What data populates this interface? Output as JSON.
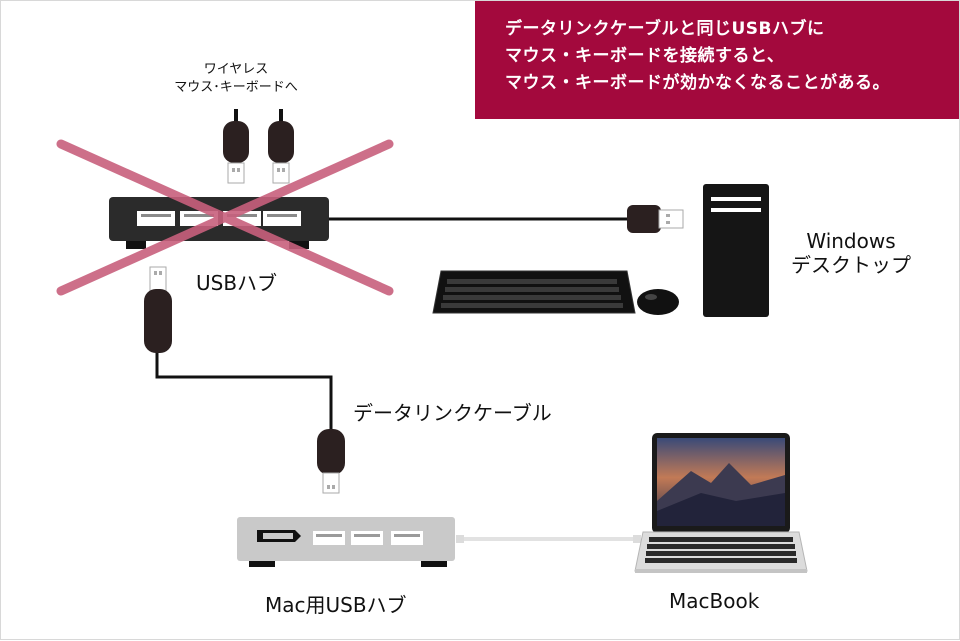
{
  "notice": {
    "lines": [
      "データリンクケーブルと同じUSBハブに",
      "マウス・キーボードを接続すると、",
      "マウス・キーボードが効かなくなることがある。"
    ],
    "background": "#a3093d"
  },
  "labels": {
    "wireless_line1": "ワイヤレス",
    "wireless_line2": "マウス･キーボードへ",
    "usb_hub": "USBハブ",
    "desktop_line1": "Windows",
    "desktop_line2": "デスクトップ",
    "data_link_cable": "データリンクケーブル",
    "mac_usb_hub": "Mac用USBハブ",
    "macbook": "MacBook"
  },
  "colors": {
    "cross": "#c8607d",
    "device_dark": "#2b2b2b",
    "cable": "#111111",
    "mac_hub": "#c9c9c9"
  }
}
